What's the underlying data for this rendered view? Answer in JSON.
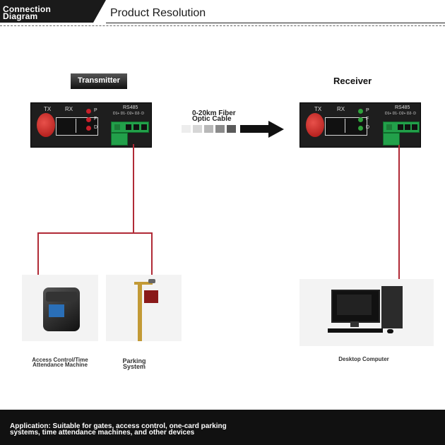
{
  "header": {
    "title_line1": "Connection",
    "title_line2": "Diagram",
    "subtitle": "Product Resolution"
  },
  "transmitter": {
    "label": "Transmitter",
    "tx": "TX",
    "rx": "RX",
    "rs485": "RS485",
    "leds": [
      "P",
      "F",
      "D"
    ],
    "led_color": "#c9202a",
    "pins": "D1+ D1- D2+ D2- D"
  },
  "receiver": {
    "label": "Receiver",
    "tx": "TX",
    "rx": "RX",
    "rs485": "RS485",
    "leds": [
      "P",
      "F",
      "D"
    ],
    "led_color": "#2fa33c",
    "pins": "D1+ D1- D2+ D2- D"
  },
  "fiber": {
    "line1": "0-20km Fiber",
    "line2": "Optic Cable"
  },
  "devices": {
    "access_control": {
      "line1": "Access Control/Time",
      "line2": "Attendance Machine"
    },
    "parking": {
      "line1": "Parking",
      "line2": "System"
    },
    "desktop": {
      "line1": "Desktop Computer"
    }
  },
  "footer": {
    "line1": "Application: Suitable for gates, access control, one-card parking",
    "line2": "systems, time attendance machines, and other devices"
  },
  "colors": {
    "connection_line": "#b02a36",
    "header_bar": "#1a1a1a"
  }
}
